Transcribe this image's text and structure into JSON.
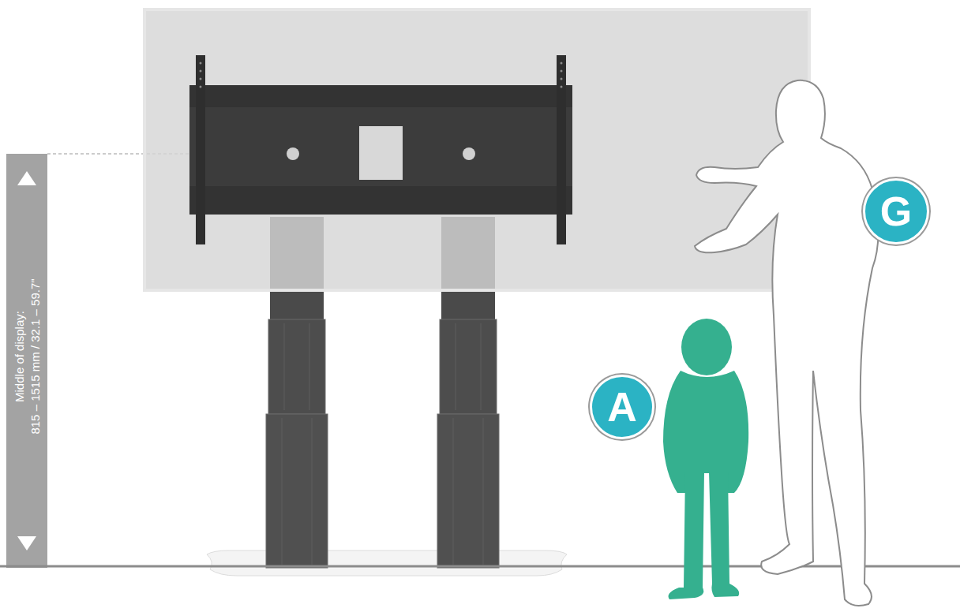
{
  "diagram": {
    "nodes": [
      {
        "text": [
          "A"
        ]
      },
      {
        "text": [
          "G"
        ]
      }
    ],
    "labels": [
      "Middle of display:",
      "815 – 1515 mm / 32.1 – 59.7\""
    ]
  }
}
